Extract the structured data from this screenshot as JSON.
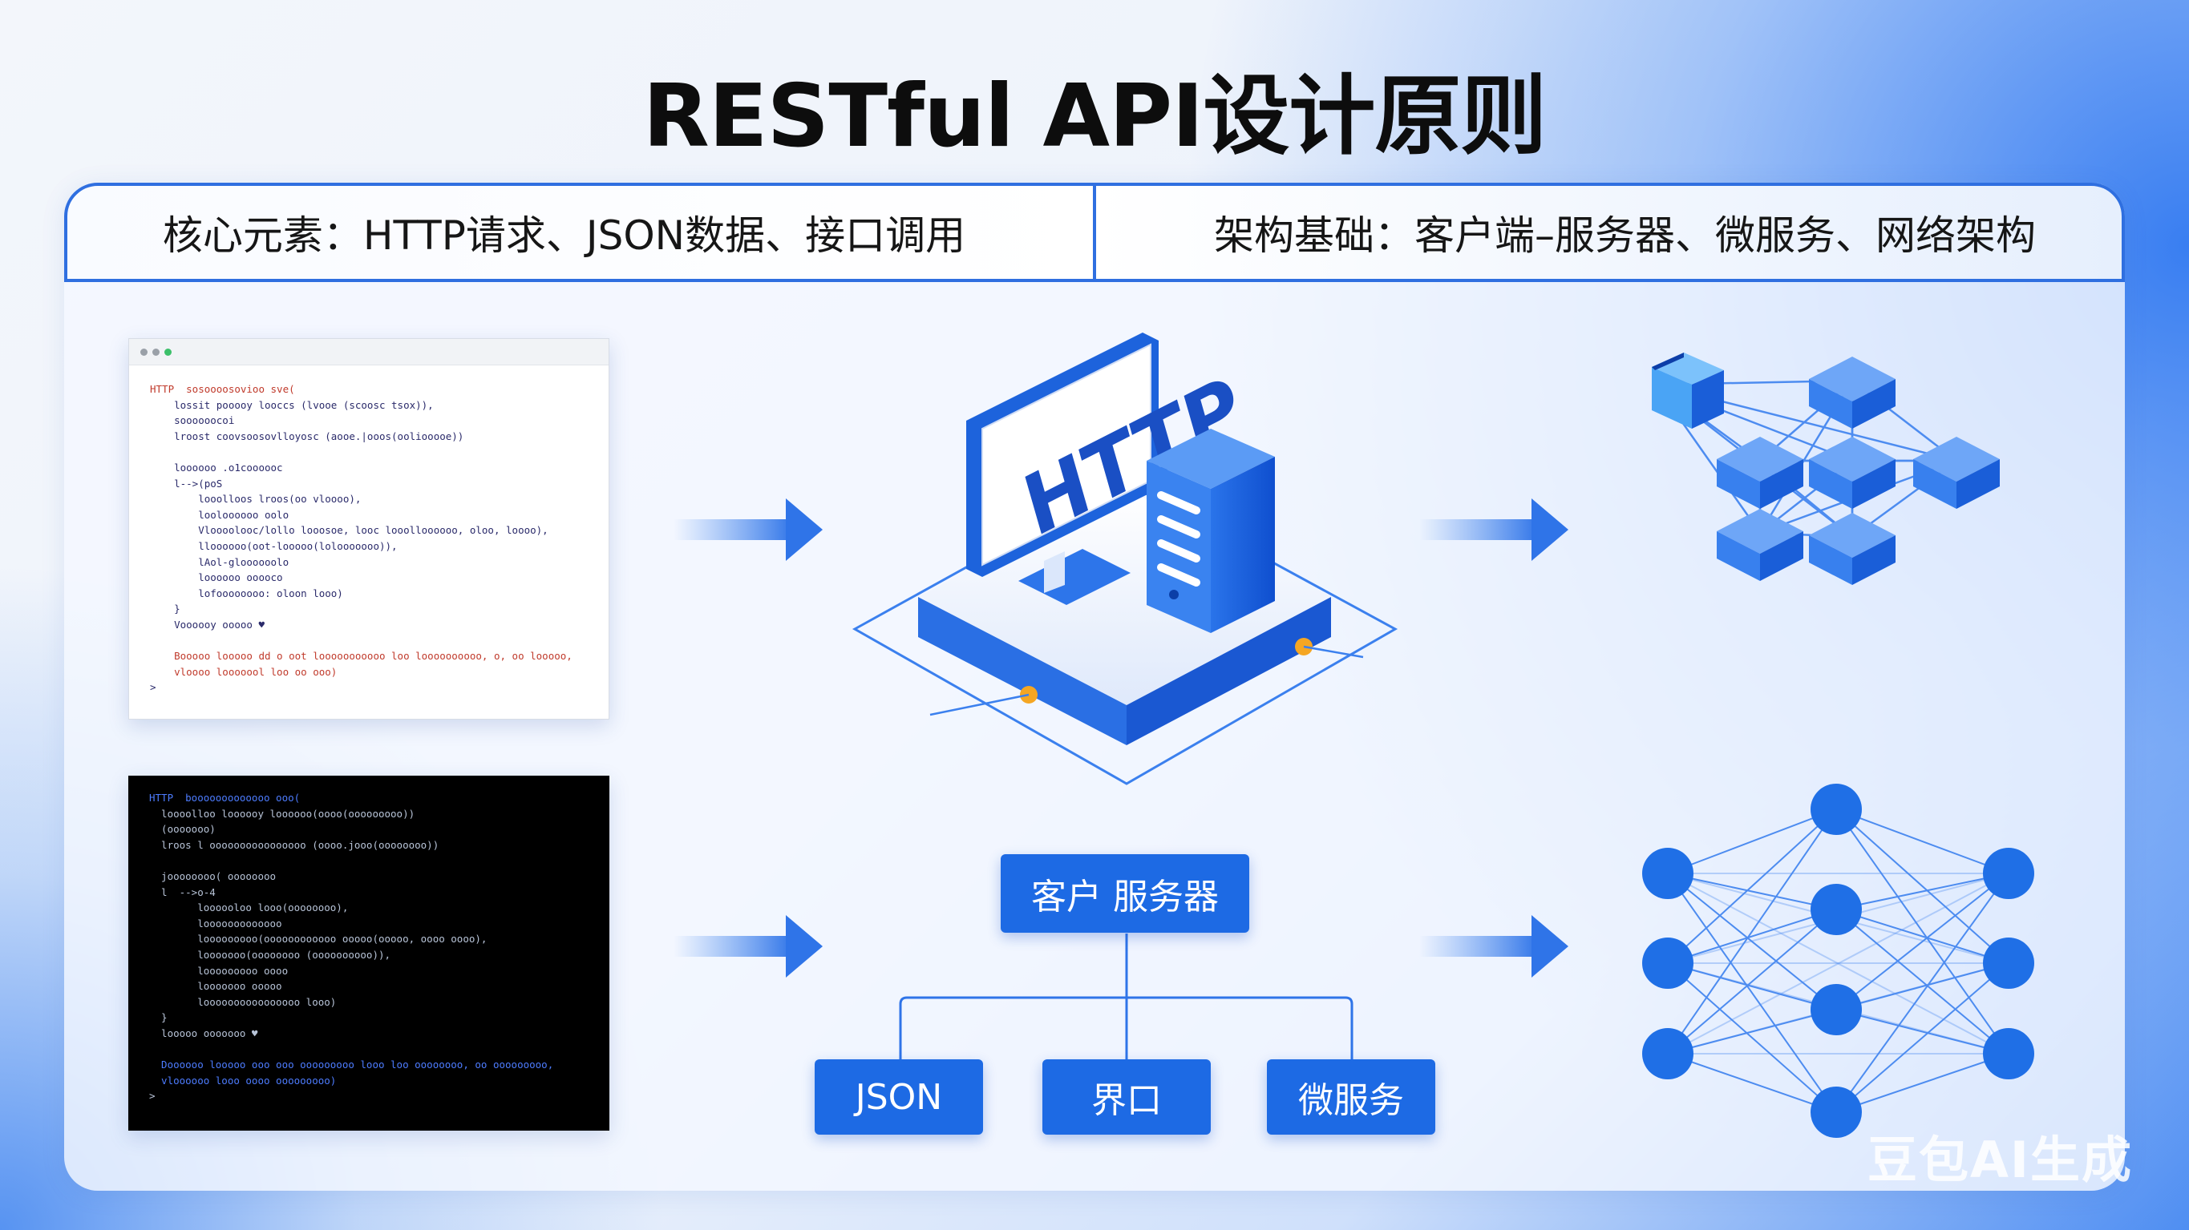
{
  "title": "RESTful API设计原则",
  "header": {
    "left": "核心元素：HTTP请求、JSON数据、接口调用",
    "right": "架构基础：客户端–服务器、微服务、网络架构"
  },
  "http_label": "HTTP",
  "hierarchy": {
    "root": "客户 服务器",
    "children": [
      "JSON",
      "界口",
      "微服务"
    ]
  },
  "watermark": "豆包AI生成",
  "colors": {
    "accent": "#1d6ae4",
    "header_border": "#2f6fe0",
    "node_blue": "#1f6fe6",
    "connector_orange": "#f5a623"
  },
  "code_light": {
    "lines": [
      {
        "t": "HTTP  sosoooosovioo sve(",
        "k": true
      },
      {
        "t": "    lossit pooooy looccs (lvooe (scoosc tsox)),",
        "k": false
      },
      {
        "t": "    soooooocoi",
        "k": false
      },
      {
        "t": "    lroost coovsoosovlloyosc (aooe.|ooos(ooliooooe))",
        "k": false
      },
      {
        "t": "",
        "k": false
      },
      {
        "t": "    loooooo .o1coooooc",
        "k": false
      },
      {
        "t": "    l-->(poS",
        "k": false
      },
      {
        "t": "        looolloos lroos(oo vloooo),",
        "k": false
      },
      {
        "t": "        looloooooo oolo",
        "k": false
      },
      {
        "t": "        Vloooolooc/lollo looosoe, looc looolloooooo, oloo, loooo),",
        "k": false
      },
      {
        "t": "        lloooooo(oot-looooo(lolooooooo)),",
        "k": false
      },
      {
        "t": "        lAol-gloooooolo",
        "k": false
      },
      {
        "t": "        loooooo ooooco",
        "k": false
      },
      {
        "t": "        lofoooooooo: oloon looo)",
        "k": false
      },
      {
        "t": "    }",
        "k": false
      },
      {
        "t": "    Voooooy ooooo ♥",
        "k": false
      },
      {
        "t": "",
        "k": false
      },
      {
        "t": "    Booooo looooo dd o oot looooooooooo loo loooooooooo, o, oo looooo,",
        "k": true
      },
      {
        "t": "    vloooo looooool loo oo ooo)",
        "k": true
      },
      {
        "t": ">",
        "k": false
      }
    ]
  },
  "code_dark": {
    "lines": [
      {
        "t": "HTTP  booooooooooooo ooo(",
        "k": true
      },
      {
        "t": "  loooolloo loooooy loooooo(oooo(ooooooooo))",
        "k": false
      },
      {
        "t": "  (ooooooo)",
        "k": false
      },
      {
        "t": "  lroos l oooooooooooooooo (oooo.jooo(oooooooo))",
        "k": false
      },
      {
        "t": "",
        "k": false
      },
      {
        "t": "  joooooooo( oooooooo",
        "k": false
      },
      {
        "t": "  l  -->o-4",
        "k": false
      },
      {
        "t": "        loooooloo looo(oooooooo),",
        "k": false
      },
      {
        "t": "        looooooooooooo",
        "k": false
      },
      {
        "t": "        looooooooo(oooooooooooo ooooo(ooooo, oooo oooo),",
        "k": false
      },
      {
        "t": "        looooooo(oooooooo (oooooooooo)),",
        "k": false
      },
      {
        "t": "        looooooooo oooo",
        "k": false
      },
      {
        "t": "        looooooo ooooo",
        "k": false
      },
      {
        "t": "        loooooooooooooooo looo)",
        "k": false
      },
      {
        "t": "  }",
        "k": false
      },
      {
        "t": "  looooo ooooooo ♥",
        "k": false
      },
      {
        "t": "",
        "k": false
      },
      {
        "t": "  Doooooo looooo ooo ooo ooooooooo looo loo oooooooo, oo ooooooooo,",
        "k": true
      },
      {
        "t": "  vloooooo looo oooo ooooooooo)",
        "k": true
      },
      {
        "t": ">",
        "k": false
      }
    ]
  }
}
